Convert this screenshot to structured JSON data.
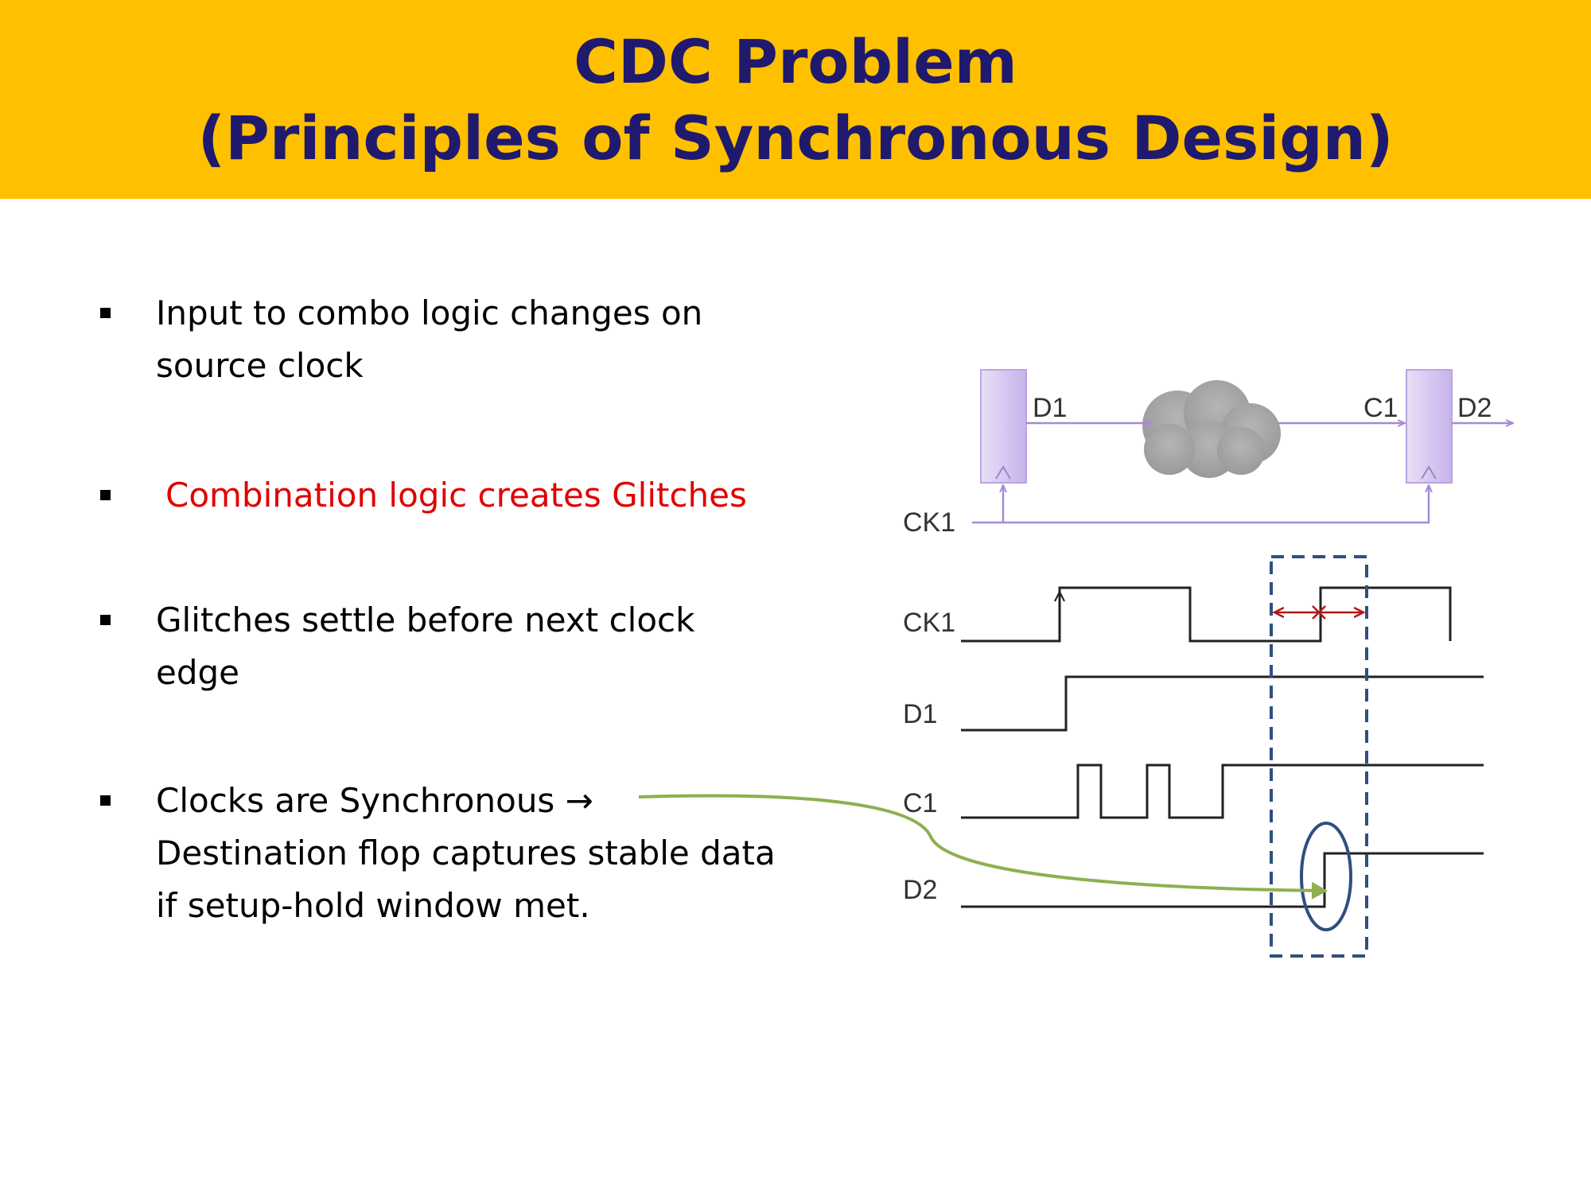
{
  "title": {
    "line1": "CDC Problem",
    "line2": "(Principles of Synchronous Design)"
  },
  "bullets": [
    {
      "lines": [
        "Input to combo logic changes on",
        "source clock"
      ]
    },
    {
      "lines": [
        "Combination logic creates Glitches"
      ],
      "color": "#E00000"
    },
    {
      "lines": [
        "Glitches settle before next clock",
        "edge"
      ]
    },
    {
      "lines": [
        "Clocks are Synchronous →",
        "Destination flop captures stable data",
        "if setup-hold window met."
      ]
    }
  ],
  "circuit": {
    "labels": {
      "d1": "D1",
      "c1": "C1",
      "d2": "D2",
      "ck1": "CK1"
    }
  },
  "waveforms": {
    "labels": [
      "CK1",
      "D1",
      "C1",
      "D2"
    ]
  },
  "colors": {
    "header_bg": "#FFC000",
    "title": "#1F1A6E",
    "highlight_red": "#E00000",
    "flop_fill": "#D7C8F0",
    "wire": "#A68AD6",
    "window_dash": "#2F4F7F",
    "arrow_green": "#8DB050",
    "timing_arrow": "#B01818"
  }
}
